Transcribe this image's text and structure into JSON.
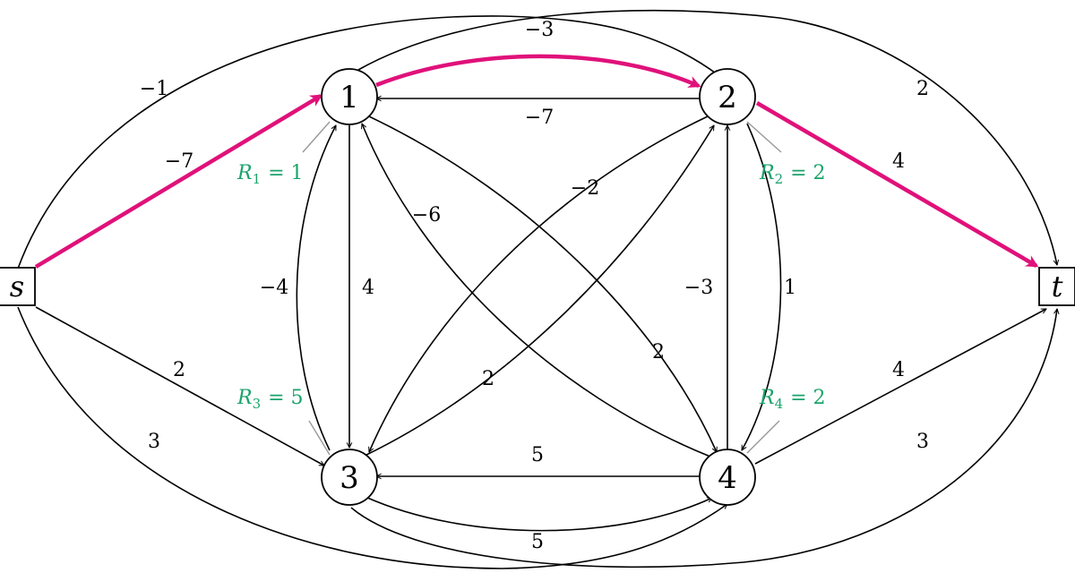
{
  "colors": {
    "highlight": "#e0117a",
    "residual": "#1aa36b"
  },
  "nodes": {
    "s": "s",
    "t": "t",
    "n1": "1",
    "n2": "2",
    "n3": "3",
    "n4": "4"
  },
  "residuals": [
    {
      "var": "R",
      "sub": "1",
      "eq": "= 1"
    },
    {
      "var": "R",
      "sub": "2",
      "eq": "= 2"
    },
    {
      "var": "R",
      "sub": "3",
      "eq": "= 5"
    },
    {
      "var": "R",
      "sub": "4",
      "eq": "= 2"
    }
  ],
  "edges": [
    {
      "from": "s",
      "to": "1",
      "weight": "−7",
      "highlighted": true
    },
    {
      "from": "s",
      "to": "2",
      "weight": "−1"
    },
    {
      "from": "s",
      "to": "3",
      "weight": "2"
    },
    {
      "from": "s",
      "to": "4",
      "weight": "3"
    },
    {
      "from": "1",
      "to": "2",
      "weight": "−3",
      "highlighted": true
    },
    {
      "from": "2",
      "to": "1",
      "weight": "−7"
    },
    {
      "from": "1",
      "to": "t",
      "weight": "2"
    },
    {
      "from": "2",
      "to": "t",
      "weight": "4",
      "highlighted": true
    },
    {
      "from": "1",
      "to": "3",
      "weight": "4"
    },
    {
      "from": "3",
      "to": "1",
      "weight": "−4"
    },
    {
      "from": "2",
      "to": "3",
      "weight": "−2"
    },
    {
      "from": "4",
      "to": "1",
      "weight": "−6"
    },
    {
      "from": "1",
      "to": "4",
      "weight": "2"
    },
    {
      "from": "3",
      "to": "2",
      "weight": "2"
    },
    {
      "from": "4",
      "to": "2",
      "weight": "−3"
    },
    {
      "from": "2",
      "to": "4",
      "weight": "1"
    },
    {
      "from": "4",
      "to": "3",
      "weight": "5"
    },
    {
      "from": "3",
      "to": "4",
      "weight": "5"
    },
    {
      "from": "4",
      "to": "t",
      "weight": "4"
    },
    {
      "from": "3",
      "to": "t",
      "weight": "3"
    }
  ]
}
